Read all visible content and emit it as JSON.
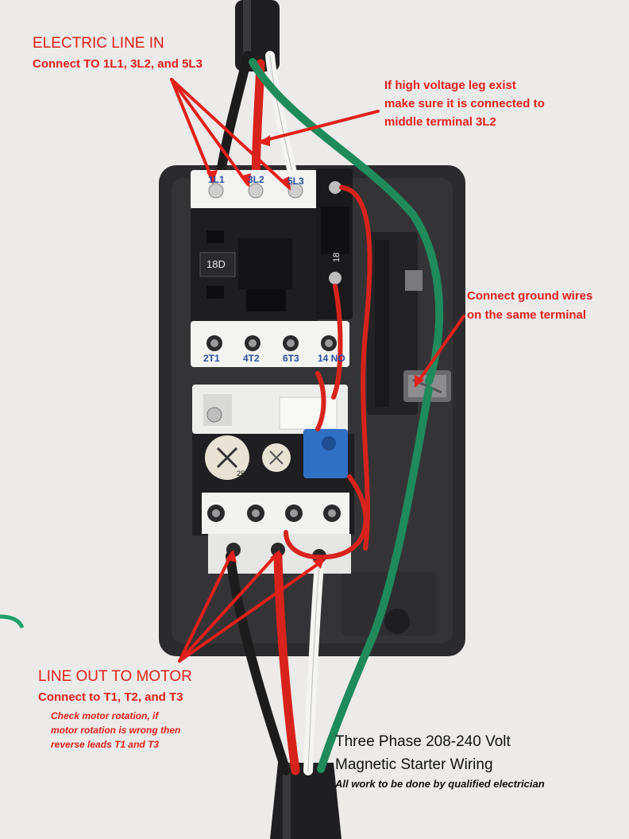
{
  "annotations": {
    "line_in_title": "ELECTRIC LINE IN",
    "line_in_text": "Connect TO 1L1, 3L2, and 5L3",
    "high_leg_line1": "If high voltage leg exist",
    "high_leg_line2": "make sure it is connected to",
    "high_leg_line3": "middle terminal 3L2",
    "ground_line1": "Connect ground wires",
    "ground_line2": "on the same terminal",
    "line_out_title": "LINE OUT TO MOTOR",
    "line_out_text": "Connect to T1, T2, and T3",
    "rotation_line1": "Check motor rotation, if",
    "rotation_line2": "motor rotation is wrong then",
    "rotation_line3": "reverse leads T1 and T3",
    "caption_line1": "Three Phase 208-240 Volt",
    "caption_line2": "Magnetic Starter Wiring",
    "caption_line3": "All work to be done by qualified electrician"
  },
  "device": {
    "input_terminals": [
      "1L1",
      "3L2",
      "5L3"
    ],
    "output_terminals": [
      "2T1",
      "4T2",
      "6T3",
      "14 NO"
    ],
    "contactor_model": "18D",
    "aux_block": "18",
    "dial_value": "25"
  },
  "colors": {
    "annotation": "#e3201b",
    "enclosure": "#2b2b2d",
    "wire_red": "#d8231c",
    "wire_green": "#1f8a5b",
    "wire_white": "#f4f4f2",
    "wire_black": "#1c1c1c",
    "reset_knob": "#2f6fc4"
  }
}
